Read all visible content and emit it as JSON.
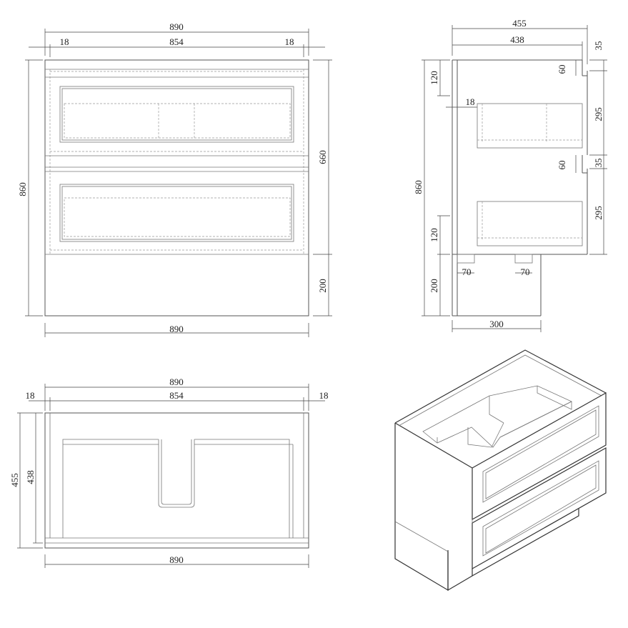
{
  "front_view": {
    "overall_width_top": "890",
    "side_left": "18",
    "inner_width": "854",
    "side_right": "18",
    "height_total": "860",
    "drawers_height": "660",
    "plinth_height": "200",
    "overall_width_bottom": "890"
  },
  "side_view": {
    "depth_outer": "455",
    "depth_inner": "438",
    "top_gap": "35",
    "handle_1": "60",
    "rail_top": "120",
    "side_thickness": "18",
    "drawer_1_height": "295",
    "handle_2": "60",
    "gap_2": "35",
    "height_total": "860",
    "drawer_2_height": "295",
    "rail_bottom": "120",
    "plinth": "200",
    "leg_left": "70",
    "leg_right": "70",
    "plinth_depth": "300"
  },
  "top_view": {
    "overall_width_top": "890",
    "side_left": "18",
    "inner_width": "854",
    "side_right": "18",
    "depth_outer": "455",
    "depth_inner": "438",
    "overall_width_bottom": "890"
  }
}
